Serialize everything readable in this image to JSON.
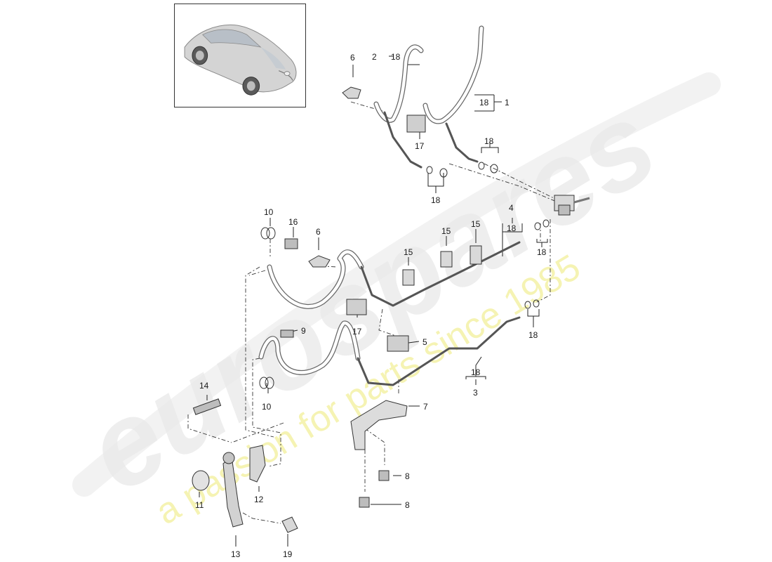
{
  "watermark": {
    "brand": "eurospares",
    "tagline": "a passion for parts since 1985",
    "brand_color": "#e9e9e9",
    "tagline_color": "#f4f1a6"
  },
  "thumbnail": {
    "icon": "car-icon"
  },
  "callouts": [
    {
      "id": "c1",
      "label": "1"
    },
    {
      "id": "c2",
      "label": "2"
    },
    {
      "id": "c3",
      "label": "3"
    },
    {
      "id": "c4",
      "label": "4"
    },
    {
      "id": "c5",
      "label": "5"
    },
    {
      "id": "c6a",
      "label": "6"
    },
    {
      "id": "c6b",
      "label": "6"
    },
    {
      "id": "c7",
      "label": "7"
    },
    {
      "id": "c8a",
      "label": "8"
    },
    {
      "id": "c8b",
      "label": "8"
    },
    {
      "id": "c9",
      "label": "9"
    },
    {
      "id": "c10a",
      "label": "10"
    },
    {
      "id": "c10b",
      "label": "10"
    },
    {
      "id": "c11",
      "label": "11"
    },
    {
      "id": "c12",
      "label": "12"
    },
    {
      "id": "c13",
      "label": "13"
    },
    {
      "id": "c14",
      "label": "14"
    },
    {
      "id": "c15a",
      "label": "15"
    },
    {
      "id": "c15b",
      "label": "15"
    },
    {
      "id": "c15c",
      "label": "15"
    },
    {
      "id": "c16",
      "label": "16"
    },
    {
      "id": "c17a",
      "label": "17"
    },
    {
      "id": "c17b",
      "label": "17"
    },
    {
      "id": "c18a",
      "label": "18"
    },
    {
      "id": "c18b",
      "label": "18"
    },
    {
      "id": "c18c",
      "label": "18"
    },
    {
      "id": "c18d",
      "label": "18"
    },
    {
      "id": "c18e",
      "label": "18"
    },
    {
      "id": "c18f",
      "label": "18"
    },
    {
      "id": "c18g",
      "label": "18"
    },
    {
      "id": "c18h",
      "label": "18"
    },
    {
      "id": "c19",
      "label": "19"
    }
  ]
}
